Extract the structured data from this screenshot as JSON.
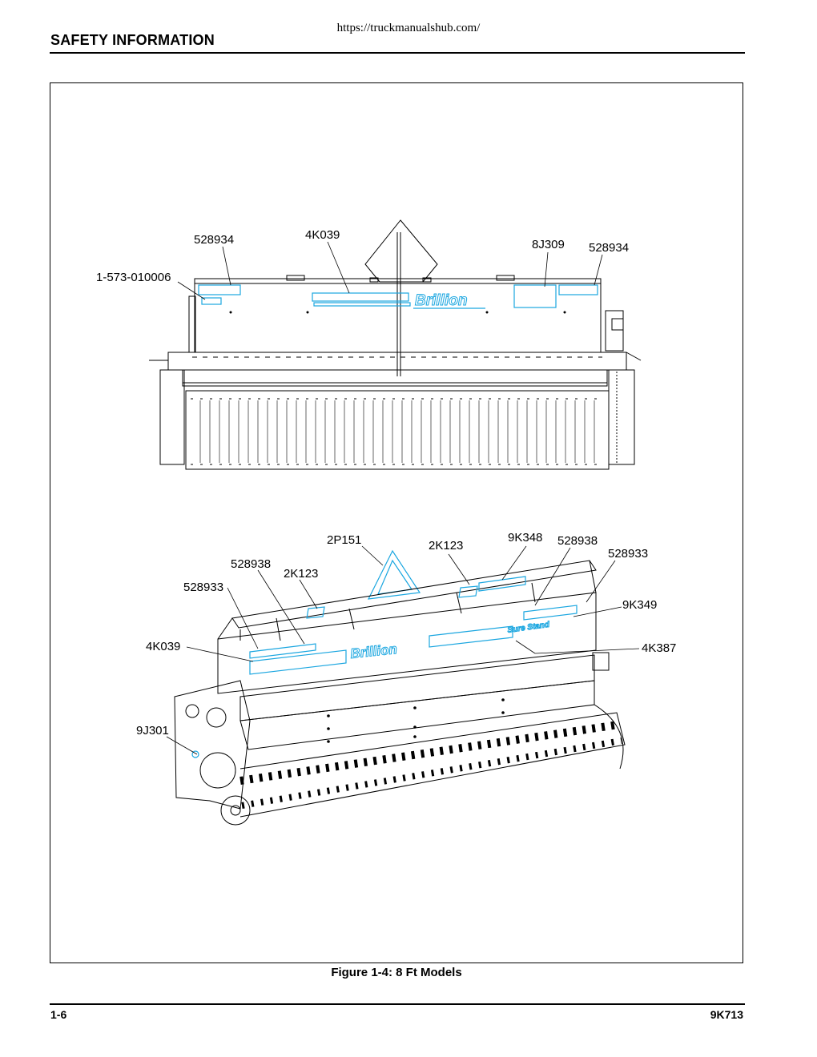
{
  "header": {
    "url": "https://truckmanualshub.com/",
    "section_title": "SAFETY INFORMATION"
  },
  "figure": {
    "caption": "Figure 1-4:  8 Ft Models",
    "brand_text": "Brillion",
    "product_text": "Sure Stand",
    "top_view_labels": {
      "l1": "528934",
      "l2": "4K039",
      "l3": "8J309",
      "l4": "528934",
      "l5": "1-573-010006"
    },
    "iso_view_labels": {
      "l1": "2P151",
      "l2": "2K123",
      "l3": "9K348",
      "l4": "528938",
      "l5": "528933",
      "l6": "528938",
      "l7": "2K123",
      "l8": "528933",
      "l9": "9K349",
      "l10": "4K039",
      "l11": "4K387",
      "l12": "9J301"
    }
  },
  "footer": {
    "page_number": "1-6",
    "document_number": "9K713"
  },
  "colors": {
    "decal": "#1aa6e0",
    "line": "#000000"
  }
}
